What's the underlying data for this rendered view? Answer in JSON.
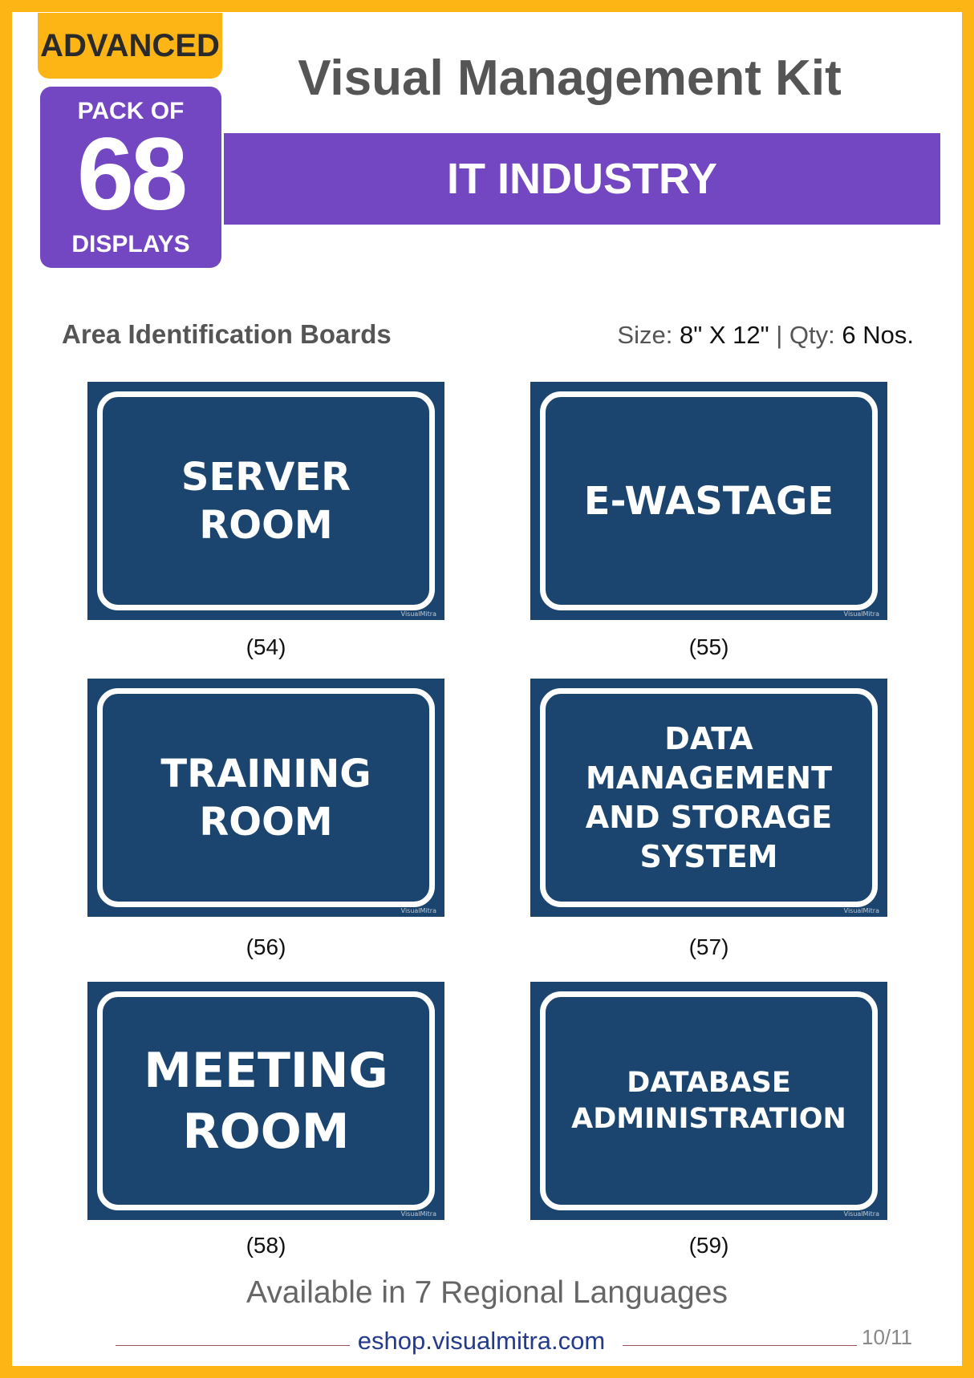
{
  "badge": {
    "advanced": "ADVANCED",
    "pack_of": "PACK OF",
    "count": "68",
    "displays": "DISPLAYS"
  },
  "header": {
    "title": "Visual Management Kit",
    "industry": "IT INDUSTRY"
  },
  "section": {
    "title": "Area Identification Boards",
    "size_label": "Size:",
    "size_value": "8\" X 12\"",
    "separator": "|",
    "qty_label": "Qty:",
    "qty_value": "6 Nos."
  },
  "signs": [
    {
      "text": "SERVER\nROOM",
      "number": "(54)"
    },
    {
      "text": "E-WASTAGE",
      "number": "(55)"
    },
    {
      "text": "TRAINING\nROOM",
      "number": "(56)"
    },
    {
      "text": "DATA\nMANAGEMENT\nAND STORAGE\nSYSTEM",
      "number": "(57)"
    },
    {
      "text": "MEETING\nROOM",
      "number": "(58)"
    },
    {
      "text": "DATABASE\nADMINISTRATION",
      "number": "(59)"
    }
  ],
  "sign_brand": "VisualMitra",
  "footer": {
    "languages": "Available in 7 Regional Languages",
    "url": "eshop.visualmitra.com",
    "page": "10/11"
  },
  "colors": {
    "border": "#fdb515",
    "purple": "#7346c2",
    "sign_blue": "#1b456e"
  }
}
